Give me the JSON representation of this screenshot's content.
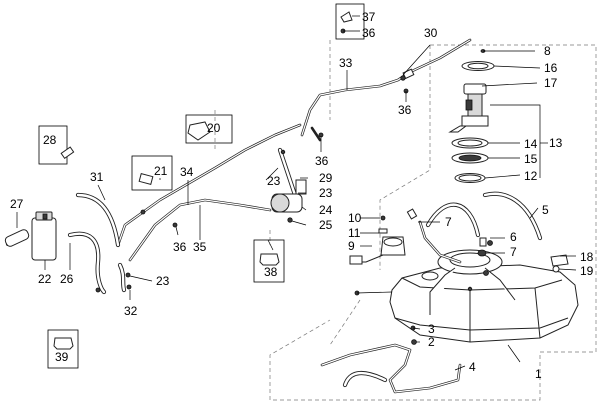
{
  "diagram": {
    "callouts": [
      "1",
      "2",
      "3",
      "4",
      "5",
      "6",
      "7",
      "7",
      "8",
      "9",
      "10",
      "11",
      "12",
      "13",
      "14",
      "15",
      "16",
      "17",
      "18",
      "19",
      "20",
      "21",
      "22",
      "23",
      "23",
      "23",
      "24",
      "25",
      "26",
      "27",
      "28",
      "29",
      "30",
      "31",
      "32",
      "33",
      "34",
      "35",
      "36",
      "36",
      "36",
      "37",
      "38",
      "39"
    ],
    "boxed_callouts": [
      "20",
      "21",
      "28",
      "37",
      "38",
      "39"
    ]
  }
}
